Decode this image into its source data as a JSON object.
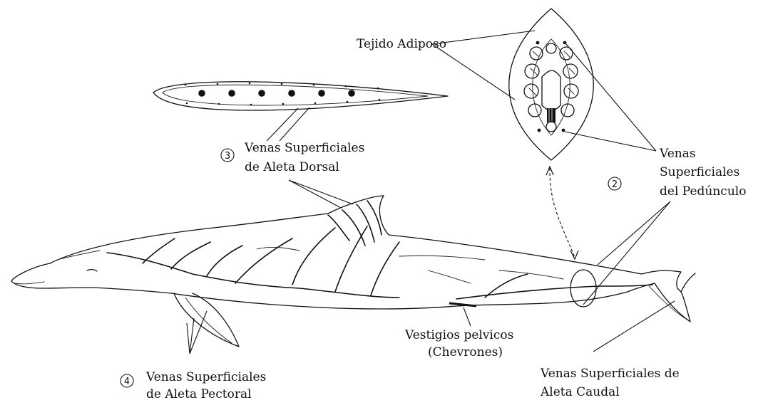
{
  "labels": {
    "tejido": "Tejido Adiposo",
    "venas_ped_1": "Venas",
    "venas_ped_2": "Superficiales",
    "venas_ped_3": "del Pedúnculo",
    "dorsal_1": "Venas Superficiales",
    "dorsal_2": "de Aleta Dorsal",
    "pectoral_1": "Venas Superficiales",
    "pectoral_2": "de Aleta Pectoral",
    "pelvic_1": "Vestigios pelvicos",
    "pelvic_2": "(Chevrones)",
    "caudal_1": "Venas Superficiales de",
    "caudal_2": "Aleta Caudal"
  },
  "markers": {
    "m2": "2",
    "m3": "3",
    "m4": "4"
  }
}
